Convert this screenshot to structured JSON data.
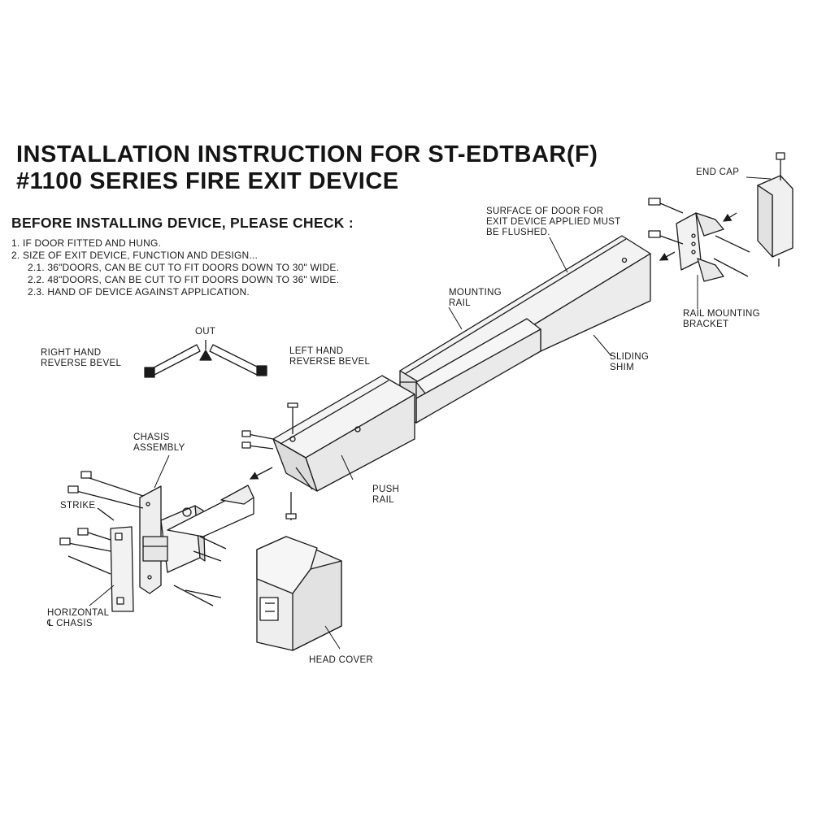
{
  "title": {
    "line1": "INSTALLATION INSTRUCTION FOR ST-EDTBAR(F)",
    "line2": "#1100 SERIES FIRE EXIT DEVICE"
  },
  "checklist": {
    "heading": "BEFORE INSTALLING DEVICE, PLEASE CHECK :",
    "items": [
      "1. IF DOOR FITTED AND HUNG.",
      "2. SIZE OF EXIT DEVICE, FUNCTION AND DESIGN...",
      "2.1. 36\"DOORS, CAN BE CUT TO FIT DOORS DOWN TO 30\" WIDE.",
      "2.2. 48\"DOORS, CAN BE CUT TO FIT DOORS DOWN TO 36\" WIDE.",
      "2.3. HAND OF DEVICE AGAINST APPLICATION."
    ]
  },
  "hand_diagram": {
    "out": "OUT",
    "right_hand_1": "RIGHT HAND",
    "right_hand_2": "REVERSE BEVEL",
    "left_hand_1": "LEFT HAND",
    "left_hand_2": "REVERSE BEVEL"
  },
  "labels": {
    "end_cap": "END CAP",
    "surface_1": "SURFACE OF DOOR FOR",
    "surface_2": "EXIT DEVICE APPLIED MUST",
    "surface_3": "BE FLUSHED.",
    "mounting_rail_1": "MOUNTING",
    "mounting_rail_2": "RAIL",
    "rail_bracket_1": "RAIL MOUNTING",
    "rail_bracket_2": "BRACKET",
    "sliding_shim_1": "SLIDING",
    "sliding_shim_2": "SHIM",
    "chasis_1": "CHASIS",
    "chasis_2": "ASSEMBLY",
    "strike": "STRIKE",
    "push_rail_1": "PUSH",
    "push_rail_2": "RAIL",
    "horizontal_1": "HORIZONTAL",
    "horizontal_2": "℄ CHASIS",
    "head_cover": "HEAD COVER"
  }
}
